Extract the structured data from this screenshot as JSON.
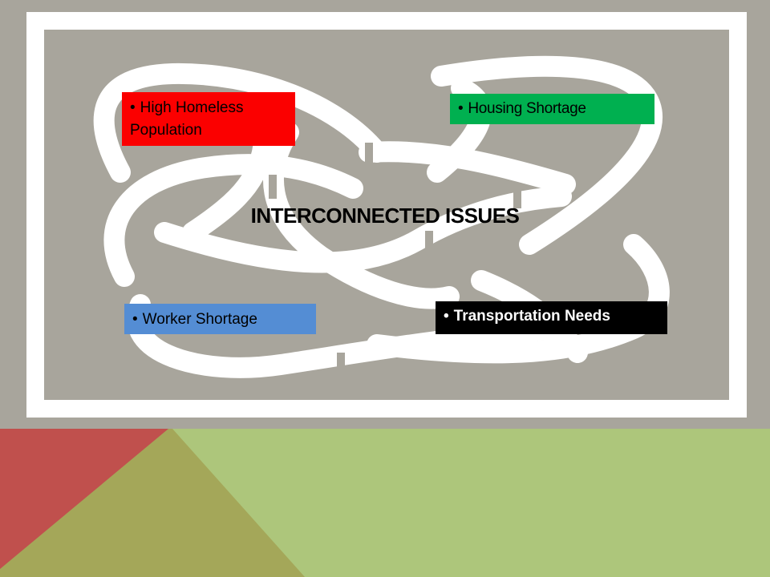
{
  "slide": {
    "title": "INTERCONNECTED ISSUES",
    "bullet_char": "•",
    "boxes": [
      {
        "text": "High Homeless Population",
        "color": "#fb0000"
      },
      {
        "text": "Housing Shortage",
        "color": "#00b050"
      },
      {
        "text": "Worker Shortage",
        "color": "#548dd4"
      },
      {
        "text": "Transportation Needs",
        "color": "#000000"
      }
    ]
  },
  "theme": {
    "background": "#a8a59c",
    "knot_color": "#ffffff",
    "band_green": "#adc67b",
    "band_olive": "#a4a759",
    "band_red": "#c0504d"
  }
}
